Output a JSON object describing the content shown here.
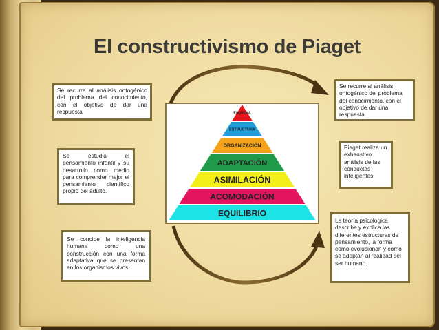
{
  "title": "El constructivismo de Piaget",
  "left_boxes": [
    "Se recurre al análisis ontogénico del problema del conocimiento, con el objetivo de dar una respuesta",
    "Se estudia el pensamiento infantil y su desarrollo como medio para comprender mejor el pensamiento científico propio del adulto.",
    "Se concibe la inteligencia humana como una construcción con una forma adaptativa que se presentan en los organismos vivos."
  ],
  "right_boxes": [
    "Se recurre al análisis ontogénico del problema del conocimiento, con el objetivo de dar una respuesta.",
    "Piaget realiza un exhaustivo análisis de las conductas inteligentes.",
    "La teoría psicológica describe y explica las diferentes estructuras de pensamiento, la forma como evolucionan y como se adaptan al realidad del ser humano."
  ],
  "pyramid": [
    {
      "label": "ESQUEMA",
      "color": "#e8141c"
    },
    {
      "label": "ESTRUCTURA",
      "color": "#1e9fdc"
    },
    {
      "label": "ORGANIZACIÓN",
      "color": "#f5a31a"
    },
    {
      "label": "ADAPTACIÓN",
      "color": "#1f9a48"
    },
    {
      "label": "ASIMILACIÓN",
      "color": "#f4ee1a"
    },
    {
      "label": "ACOMODACIÓN",
      "color": "#e5145f"
    },
    {
      "label": "EQUILIBRIO",
      "color": "#1ee3e6"
    }
  ]
}
